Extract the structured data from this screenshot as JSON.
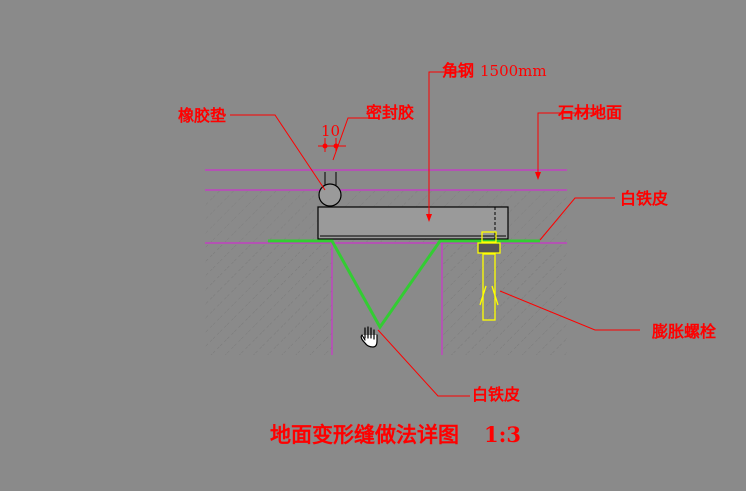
{
  "labels": {
    "rubber_pad": "橡胶垫",
    "sealant": "密封胶",
    "angle_steel": "角钢",
    "angle_steel_spec": "1500mm",
    "stone_floor": "石材地面",
    "white_iron_top": "白铁皮",
    "expansion_bolt": "膨胀螺栓",
    "white_iron_bottom": "白铁皮"
  },
  "dimension": "10",
  "title": "地面变形缝做法详图",
  "scale": "1:3",
  "colors": {
    "background": "#8a8a8a",
    "annotation": "#ff0000",
    "floor_lines": "#cc33cc",
    "steel_sheet": "#33cc33",
    "bolt": "#ffff00",
    "steel": "#000000"
  },
  "cursor_icon": "hand-cursor-icon"
}
